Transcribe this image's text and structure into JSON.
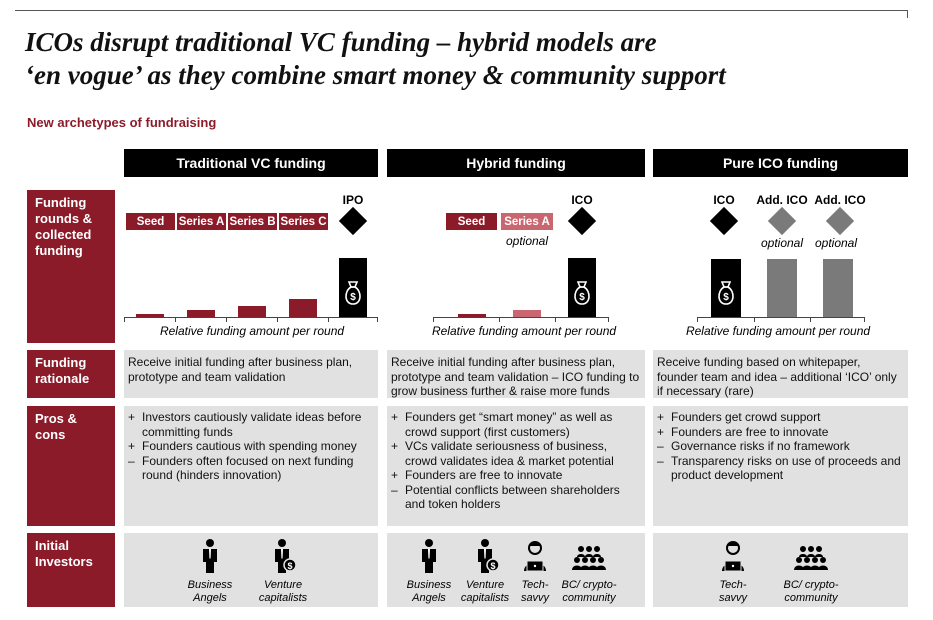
{
  "title": {
    "line1": "ICOs disrupt traditional VC funding – hybrid models are",
    "line2": "‘en vogue’ as they combine smart money & community support"
  },
  "subtitle": "New archetypes of fundraising",
  "columns": [
    {
      "label": "Traditional VC funding"
    },
    {
      "label": "Hybrid funding"
    },
    {
      "label": "Pure ICO funding"
    }
  ],
  "rows": {
    "funding_rounds": "Funding rounds & collected funding",
    "funding_rationale": "Funding rationale",
    "pros_cons": "Pros & cons",
    "initial_investors": "Initial Investors"
  },
  "rounds": {
    "traditional": {
      "seed": "Seed",
      "series_a": "Series A",
      "series_b": "Series B",
      "series_c": "Series C",
      "ipo": "IPO"
    },
    "hybrid": {
      "seed": "Seed",
      "series_a": "Series A",
      "optional": "optional",
      "ico": "ICO"
    },
    "pure": {
      "ico": "ICO",
      "add_ico_1": "Add. ICO",
      "add_ico_2": "Add. ICO",
      "optional_1": "optional",
      "optional_2": "optional"
    }
  },
  "axis_label": "Relative funding amount per round",
  "rationale": {
    "traditional": "Receive initial funding after business plan, prototype and team validation",
    "hybrid": "Receive initial funding after business plan, prototype and team validation – ICO funding to grow business further & raise more funds",
    "pure": "Receive funding based on whitepaper, founder team and idea – additional ‘ICO’ only if necessary (rare)"
  },
  "pros_cons": {
    "traditional": [
      {
        "sym": "+",
        "text": "Investors cautiously validate ideas before committing funds"
      },
      {
        "sym": "+",
        "text": "Founders cautious with spending money"
      },
      {
        "sym": "–",
        "text": "Founders often focused on next funding round (hinders innovation)"
      }
    ],
    "hybrid": [
      {
        "sym": "+",
        "text": "Founders get “smart money” as well as crowd support (first customers)"
      },
      {
        "sym": "+",
        "text": "VCs validate seriousness of business, crowd validates idea & market potential"
      },
      {
        "sym": "+",
        "text": "Founders are free to innovate"
      },
      {
        "sym": "–",
        "text": "Potential conflicts between shareholders and token holders"
      }
    ],
    "pure": [
      {
        "sym": "+",
        "text": "Founders get crowd support"
      },
      {
        "sym": "+",
        "text": "Founders are free to innovate"
      },
      {
        "sym": "–",
        "text": "Governance risks if no framework"
      },
      {
        "sym": "–",
        "text": "Transparency risks on use of proceeds and product development"
      }
    ]
  },
  "investors": {
    "traditional": [
      {
        "line1": "Business",
        "line2": "Angels",
        "icon": "businessman-icon"
      },
      {
        "line1": "Venture",
        "line2": "capitalists",
        "icon": "investor-icon"
      }
    ],
    "hybrid": [
      {
        "line1": "Business",
        "line2": "Angels",
        "icon": "businessman-icon"
      },
      {
        "line1": "Venture",
        "line2": "capitalists",
        "icon": "investor-icon"
      },
      {
        "line1": "Tech-",
        "line2": "savvy",
        "icon": "tech-user-icon"
      },
      {
        "line1": "BC/ crypto-",
        "line2": "community",
        "icon": "crowd-icon"
      }
    ],
    "pure": [
      {
        "line1": "Tech-",
        "line2": "savvy",
        "icon": "tech-user-icon"
      },
      {
        "line1": "BC/ crypto-",
        "line2": "community",
        "icon": "crowd-icon"
      }
    ]
  },
  "colors": {
    "accent": "#8c1b2a",
    "accent_light": "#c96670",
    "header": "#000000",
    "cell_bg": "#e1e1e1",
    "grey_bar": "#7a7a7a"
  }
}
